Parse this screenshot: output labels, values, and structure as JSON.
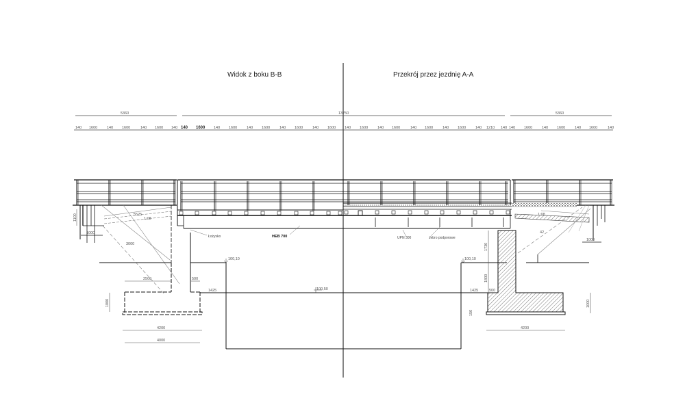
{
  "titles": {
    "left": "Widok z boku B-B",
    "right": "Przekrój przez jezdnię A-A"
  },
  "dimensions": {
    "overall": {
      "left_span": "5360",
      "main_span": "13750",
      "right_span": "5360"
    },
    "post_spacing_row": {
      "left_ramp": [
        "140",
        "1600",
        "140",
        "1600",
        "140",
        "1600",
        "140"
      ],
      "main_left": [
        "140",
        "1600",
        "140",
        "1600",
        "140",
        "1600",
        "140",
        "1600",
        "140",
        "1600"
      ],
      "main_right": [
        "140",
        "1600",
        "140",
        "1600",
        "140",
        "1600",
        "140",
        "1600",
        "140",
        "1210",
        "140"
      ],
      "right_ramp": [
        "140",
        "1600",
        "140",
        "1600",
        "140",
        "1600",
        "140"
      ]
    },
    "left_side": {
      "slope_len": "5525",
      "slope_grade": "1:08",
      "diag": "3000",
      "post_height": "1100",
      "post_base": "1000",
      "footing_offset": "2500",
      "wall_thk": "500",
      "footing_h": "1000",
      "footing_w1": "4200",
      "footing_w2": "4000",
      "clearance": "1425"
    },
    "right_side": {
      "slope_grade": "1:08",
      "diag": "42",
      "wall_h1": "1730",
      "wall_h2": "1800",
      "wall_thk": "500",
      "clearance": "1425",
      "footing_h": "1000",
      "footing_w": "4200",
      "post_base": "1000",
      "small": "150"
    },
    "levels": {
      "left_abutment": "100,10",
      "water": "100,50",
      "right_abutment": "100,10"
    }
  },
  "annotations": {
    "bearing": "Łożysko",
    "main_beam": "HEB 700",
    "cross_beam": "UPN 300",
    "stiffener": "żebro podporowe"
  },
  "colors": {
    "line": "#111111",
    "thin": "#888888",
    "hatch": "#555555",
    "background": "#ffffff"
  }
}
